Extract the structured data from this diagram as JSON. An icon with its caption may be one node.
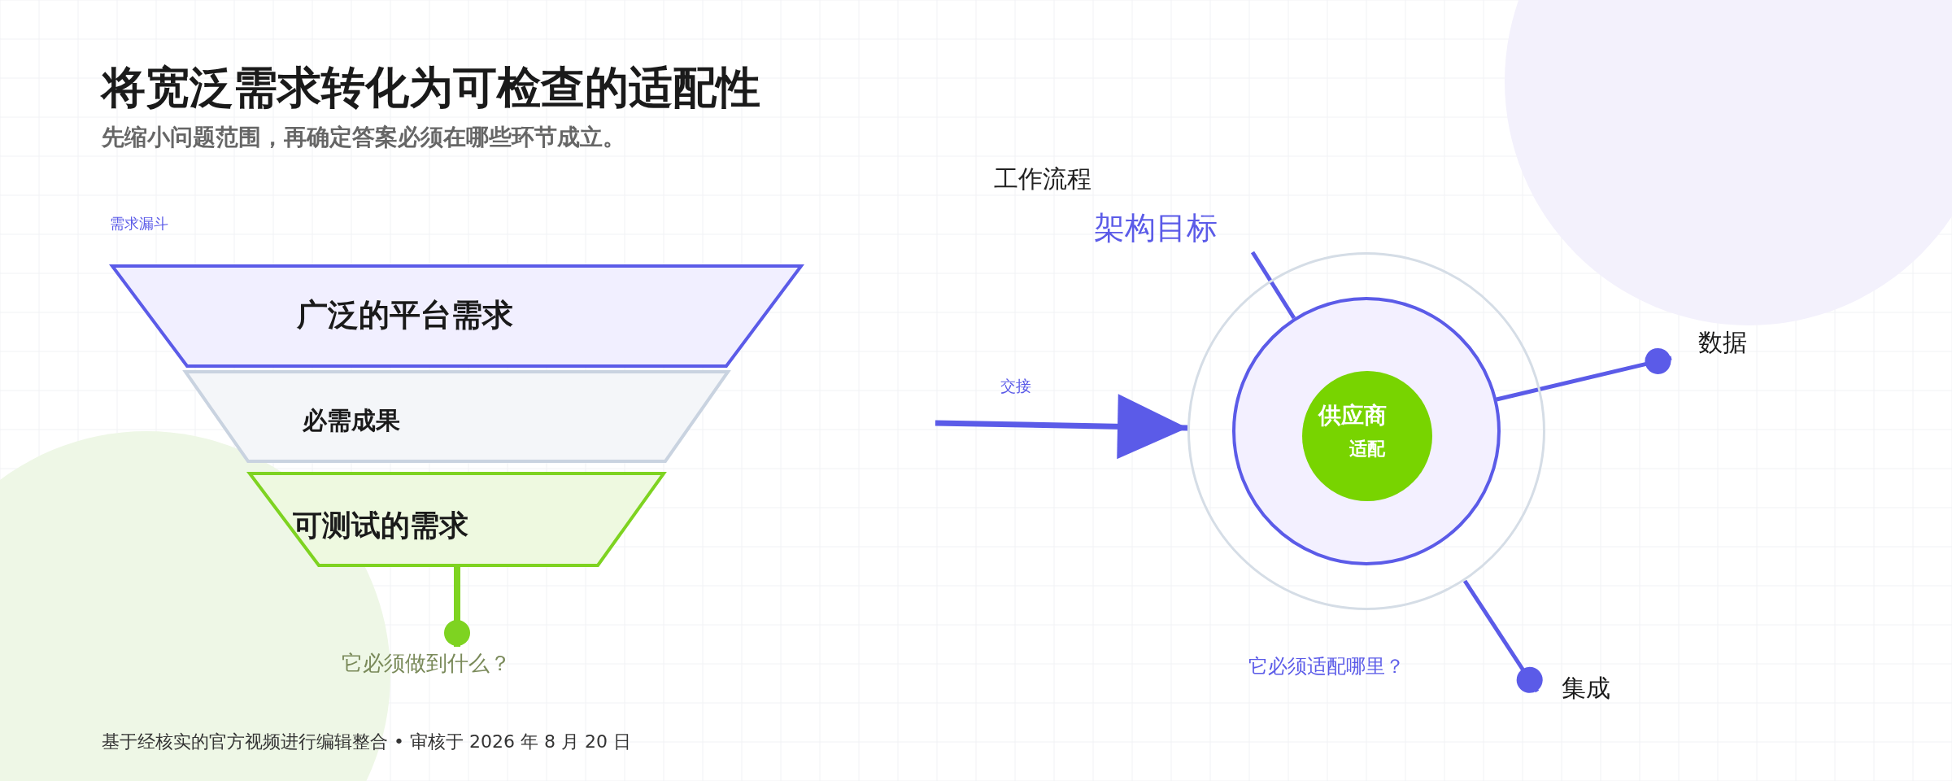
{
  "diagram": {
    "title": "将宽泛需求转化为可检查的适配性",
    "caption": "先缩小问题范围，再确定答案必须在哪些环节成立。",
    "nodes": [
      {
        "text": [
          "广泛的平台需求"
        ]
      },
      {
        "text": [
          "必需成果"
        ]
      },
      {
        "text": [
          "可测试的需求"
        ]
      },
      {
        "text": [
          "它必须做到什么？"
        ]
      },
      {
        "text": [],
        "shape": "circle"
      },
      {
        "text": [],
        "shape": "circle",
        "in": 4
      },
      {
        "text": [
          "供应商",
          "适配"
        ],
        "in": 5
      },
      {
        "text": [
          "架构目标"
        ]
      },
      {
        "text": [
          "数据"
        ]
      },
      {
        "text": [
          "集成"
        ]
      }
    ],
    "edges": [
      {
        "from": 3,
        "to": 2,
        "arrow": "other",
        "color": "#7ed321"
      },
      {
        "from": null,
        "to": 4,
        "arrow": "to",
        "label": "交接"
      },
      {
        "from": 7,
        "to": 5,
        "arrow": "none"
      },
      {
        "from": 8,
        "to": 5,
        "arrow": "other"
      },
      {
        "from": 9,
        "to": 4,
        "arrow": "other"
      }
    ],
    "labels": [
      "需求漏斗",
      "工作流程",
      "它必须适配哪里？",
      "基于经核实的官方视频进行编辑整合 • 审核于 2026 年 8 月 20 日"
    ]
  }
}
